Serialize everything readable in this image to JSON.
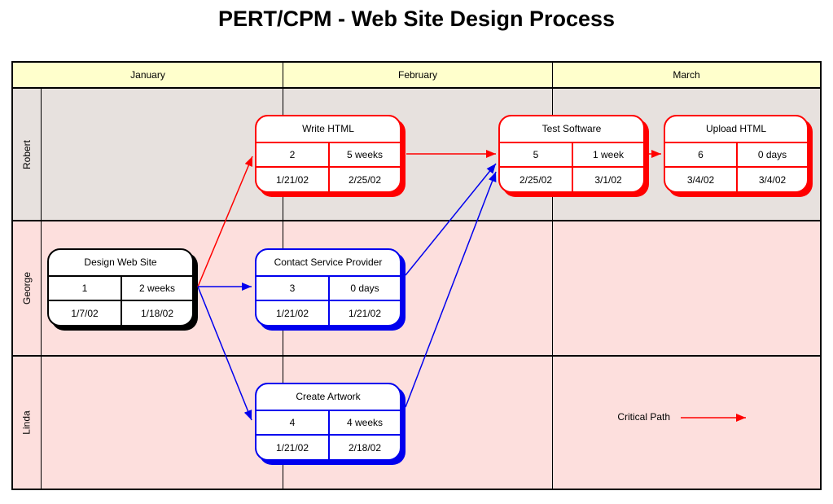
{
  "title": "PERT/CPM - Web Site Design Process",
  "timeline": {
    "months": [
      "January",
      "February",
      "March"
    ]
  },
  "resources": [
    "Robert",
    "George",
    "Linda"
  ],
  "tasks": [
    {
      "name": "Design Web Site",
      "id": "1",
      "duration": "2 weeks",
      "start": "1/7/02",
      "end": "1/18/02",
      "color": "black"
    },
    {
      "name": "Write HTML",
      "id": "2",
      "duration": "5 weeks",
      "start": "1/21/02",
      "end": "2/25/02",
      "color": "red"
    },
    {
      "name": "Contact Service Provider",
      "id": "3",
      "duration": "0 days",
      "start": "1/21/02",
      "end": "1/21/02",
      "color": "blue"
    },
    {
      "name": "Create Artwork",
      "id": "4",
      "duration": "4 weeks",
      "start": "1/21/02",
      "end": "2/18/02",
      "color": "blue"
    },
    {
      "name": "Test Software",
      "id": "5",
      "duration": "1 week",
      "start": "2/25/02",
      "end": "3/1/02",
      "color": "red"
    },
    {
      "name": "Upload HTML",
      "id": "6",
      "duration": "0 days",
      "start": "3/4/02",
      "end": "3/4/02",
      "color": "red"
    }
  ],
  "legend": {
    "label": "Critical Path",
    "arrow_color": "#ff0000"
  },
  "colors": {
    "critical_path": "#ff0000",
    "normal_path": "#0000ee",
    "start_task": "#000000",
    "header_bg": "#ffffcc",
    "row_robert_bg": "#e7e1de",
    "row_pink_bg": "#fddfdd"
  }
}
